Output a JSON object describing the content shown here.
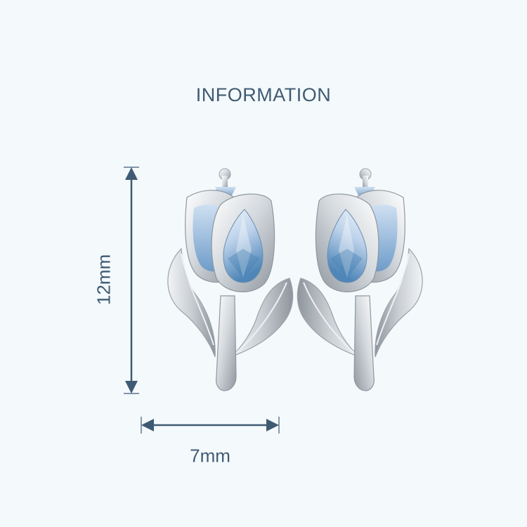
{
  "title": "INFORMATION",
  "dimensions": {
    "height_label": "12mm",
    "width_label": "7mm"
  },
  "colors": {
    "background": "#f4f9fc",
    "text": "#3f5b73",
    "arrow": "#3f5b73",
    "silver": "#d9dde1",
    "gem_light": "#dce9f6",
    "gem_mid": "#9fc0e0",
    "gem_dark": "#5c8fbd"
  }
}
